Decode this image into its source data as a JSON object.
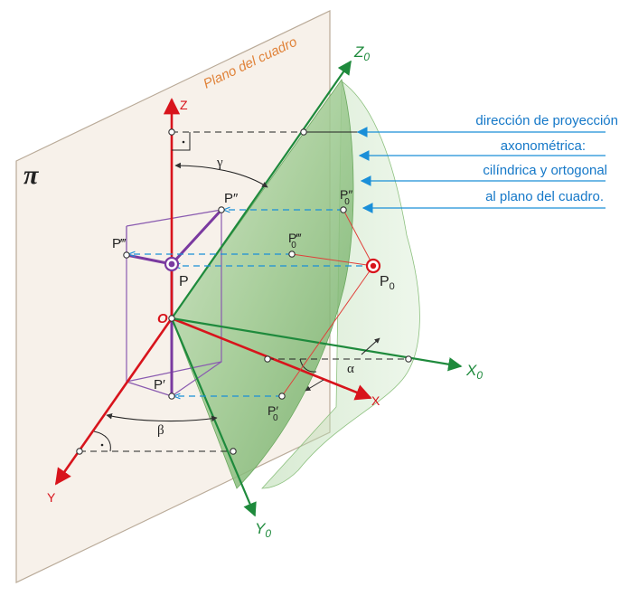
{
  "labels": {
    "plane_caption": "Plano del cuadro",
    "pi": "π",
    "axis_z": "Z",
    "axis_x": "X",
    "axis_y": "Y",
    "axis_z0": "Z",
    "axis_x0": "X",
    "axis_y0": "Y",
    "axis_sub": "0",
    "origin": "O",
    "point_p": "P",
    "point_p0": "P",
    "point_p0_sub": "0",
    "point_p_dbl": "P″",
    "point_p_tri": "P‴",
    "point_p_prime": "P′",
    "point_p0_dbl": "P″",
    "point_p0_tri": "P‴",
    "point_p0_prime": "P′",
    "angle_gamma": "γ",
    "angle_beta": "β",
    "angle_alpha": "α"
  },
  "projection_note": [
    "dirección de proyección",
    "axonométrica:",
    "cilíndrica y ortogonal",
    "al plano del cuadro."
  ],
  "colors": {
    "axis_red": "#d8141c",
    "axis_green": "#1e8a3c",
    "plane_fill": "#f7f1ea",
    "plane_stroke": "#b9aa98",
    "caption_orange": "#e0833a",
    "arrow_blue": "#1a8fd8",
    "box_purple": "#8a5bb0",
    "note_text": "#1578c8"
  }
}
